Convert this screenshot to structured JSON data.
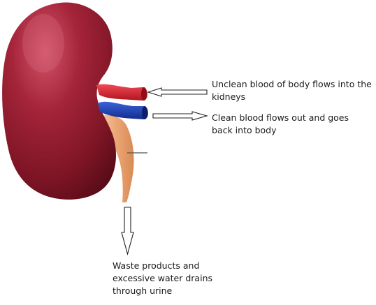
{
  "labels": {
    "blood_in": {
      "line1": "Unclean blood of body flows into the",
      "line2": "kidneys"
    },
    "blood_out": {
      "line1": "Clean blood flows out and goes",
      "line2": "back into body"
    },
    "waste": {
      "line1": "Waste products and",
      "line2": "excessive water drains",
      "line3": "through urine"
    }
  },
  "colors": {
    "kidney": "#8a1b2e",
    "kidney_highlight": "#c13a52",
    "artery": "#d42a35",
    "vein": "#1d3fb0",
    "ureter": "#f0b88a",
    "arrow_stroke": "#222222",
    "text": "#1a1a1a"
  }
}
